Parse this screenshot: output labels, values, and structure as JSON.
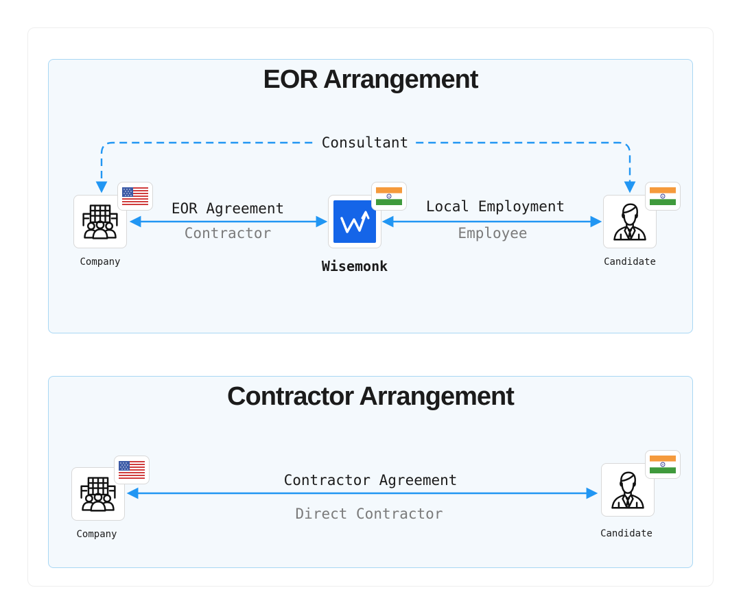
{
  "eor": {
    "title": "EOR Arrangement",
    "company_label": "Company",
    "wisemonk_label": "Wisemonk",
    "candidate_label": "Candidate",
    "consultant_label": "Consultant",
    "left_edge": {
      "top": "EOR Agreement",
      "bottom": "Contractor"
    },
    "right_edge": {
      "top": "Local Employment",
      "bottom": "Employee"
    }
  },
  "contractor": {
    "title": "Contractor Arrangement",
    "company_label": "Company",
    "candidate_label": "Candidate",
    "edge": {
      "top": "Contractor Agreement",
      "bottom": "Direct Contractor"
    }
  },
  "colors": {
    "accent_blue": "#2196f3",
    "wisemonk_blue": "#1565e8",
    "panel_bg": "#f4f9fd",
    "panel_border": "#a8d7f4"
  },
  "icons": {
    "company": "office-building-people-icon",
    "candidate": "businessman-icon",
    "wisemonk": "wisemonk-logo-icon",
    "flag_us": "us-flag-icon",
    "flag_in": "india-flag-icon"
  }
}
